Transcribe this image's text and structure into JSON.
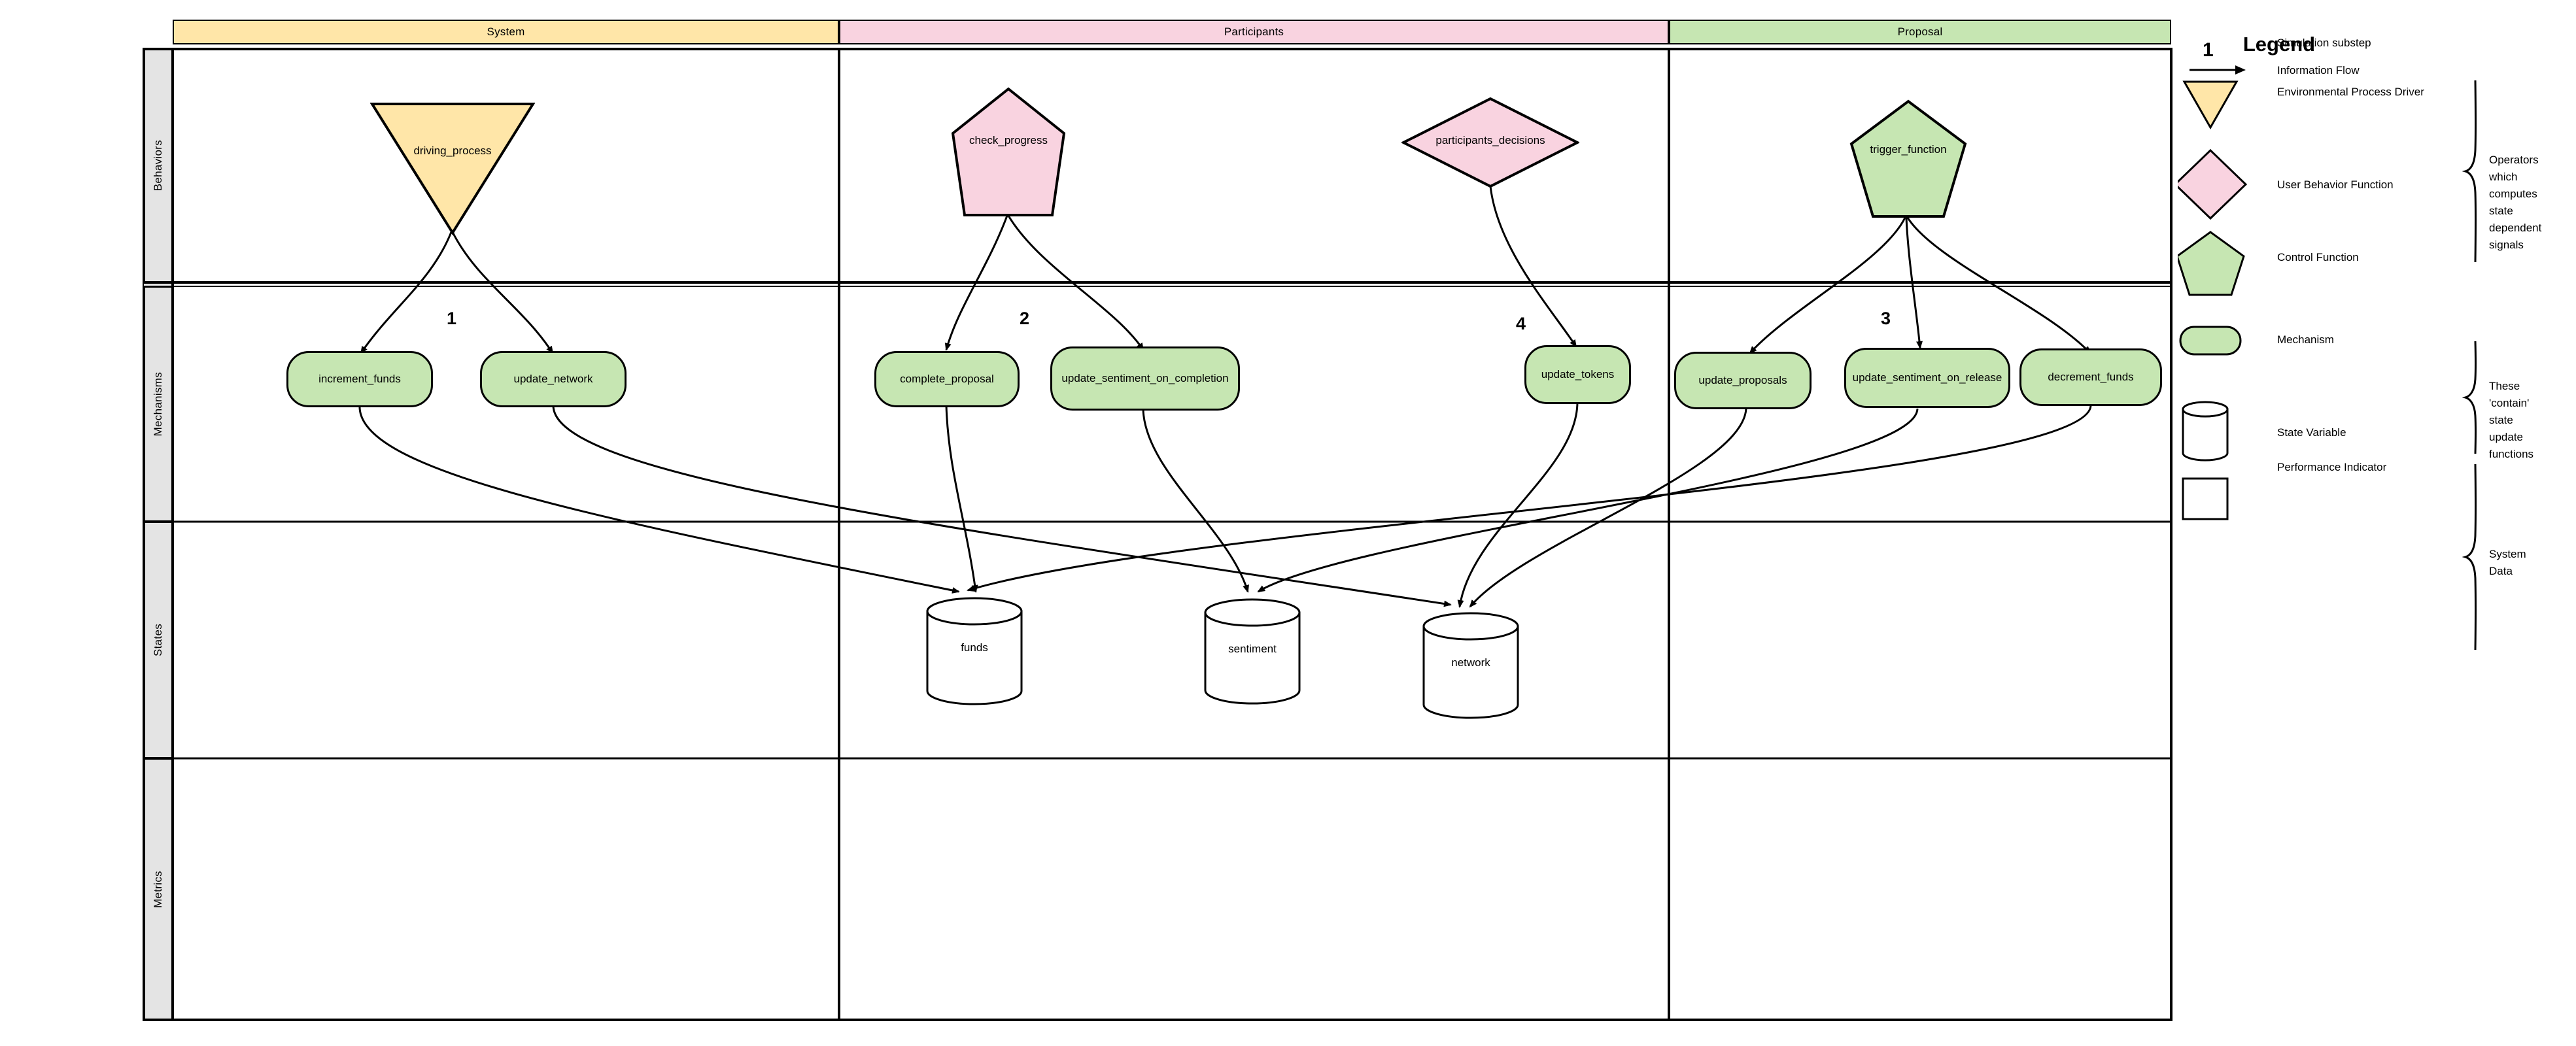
{
  "diagram": {
    "columns": [
      {
        "key": "system",
        "label": "System",
        "color": "#ffe6a8"
      },
      {
        "key": "participants",
        "label": "Participants",
        "color": "#f9d3e0"
      },
      {
        "key": "proposal",
        "label": "Proposal",
        "color": "#c6e6b2"
      }
    ],
    "rows": [
      {
        "key": "behaviors",
        "label": "Behaviors"
      },
      {
        "key": "mechanisms",
        "label": "Mechanisms"
      },
      {
        "key": "states",
        "label": "States"
      },
      {
        "key": "metrics",
        "label": "Metrics"
      }
    ],
    "behaviors": [
      {
        "id": "driving_process",
        "label": "driving_process",
        "shape": "triangle-down",
        "color": "#ffe6a8",
        "column": "system"
      },
      {
        "id": "check_progress",
        "label": "check_progress",
        "shape": "pentagon",
        "color": "#f9d3e0",
        "column": "participants"
      },
      {
        "id": "participants_decisions",
        "label": "participants_decisions",
        "shape": "diamond",
        "color": "#f9d3e0",
        "column": "participants"
      },
      {
        "id": "trigger_function",
        "label": "trigger_function",
        "shape": "pentagon",
        "color": "#c6e6b2",
        "column": "proposal"
      }
    ],
    "mechanisms": [
      {
        "id": "increment_funds",
        "label": "increment_funds",
        "column": "system"
      },
      {
        "id": "update_network",
        "label": "update_network",
        "column": "system"
      },
      {
        "id": "complete_proposal",
        "label": "complete_proposal",
        "column": "participants"
      },
      {
        "id": "update_sentiment_on_completion",
        "label": "update_sentiment_on_completion",
        "column": "participants"
      },
      {
        "id": "update_tokens",
        "label": "update_tokens",
        "column": "participants"
      },
      {
        "id": "update_proposals",
        "label": "update_proposals",
        "column": "proposal"
      },
      {
        "id": "update_sentiment_on_release",
        "label": "update_sentiment_on_release",
        "column": "proposal"
      },
      {
        "id": "decrement_funds",
        "label": "decrement_funds",
        "column": "proposal"
      }
    ],
    "states": [
      {
        "id": "funds",
        "label": "funds"
      },
      {
        "id": "sentiment",
        "label": "sentiment"
      },
      {
        "id": "network",
        "label": "network"
      }
    ],
    "metrics": [],
    "substeps": [
      {
        "number": "1",
        "column": "system"
      },
      {
        "number": "2",
        "column": "participants"
      },
      {
        "number": "4",
        "column": "participants"
      },
      {
        "number": "3",
        "column": "proposal"
      }
    ]
  },
  "legend": {
    "title": "Legend",
    "substep_sample": "1",
    "items": [
      {
        "key": "simulation-substep",
        "label": "Simulation substep",
        "glyph": "number"
      },
      {
        "key": "information-flow",
        "label": "Information Flow",
        "glyph": "arrow"
      },
      {
        "key": "environmental-process-driver",
        "label": "Environmental Process Driver",
        "glyph": "triangle-down",
        "color": "#ffe6a8"
      },
      {
        "key": "user-behavior-function",
        "label": "User Behavior Function",
        "glyph": "diamond",
        "color": "#f9d3e0"
      },
      {
        "key": "control-function",
        "label": "Control Function",
        "glyph": "pentagon",
        "color": "#c6e6b2"
      },
      {
        "key": "mechanism",
        "label": "Mechanism",
        "glyph": "rounded-rect",
        "color": "#c6e6b2"
      },
      {
        "key": "state-variable",
        "label": "State Variable",
        "glyph": "cylinder",
        "color": "#ffffff"
      },
      {
        "key": "performance-indicator",
        "label": "Performance Indicator",
        "glyph": "square",
        "color": "#ffffff"
      }
    ],
    "brace_notes": [
      {
        "key": "operators-note",
        "text": "Operators\nwhich\ncomputes\nstate\ndependent\nsignals"
      },
      {
        "key": "state-update-note",
        "text": "These\n'contain'\nstate\nupdate\nfunctions"
      },
      {
        "key": "system-data-note",
        "text": "System\nData"
      }
    ]
  }
}
